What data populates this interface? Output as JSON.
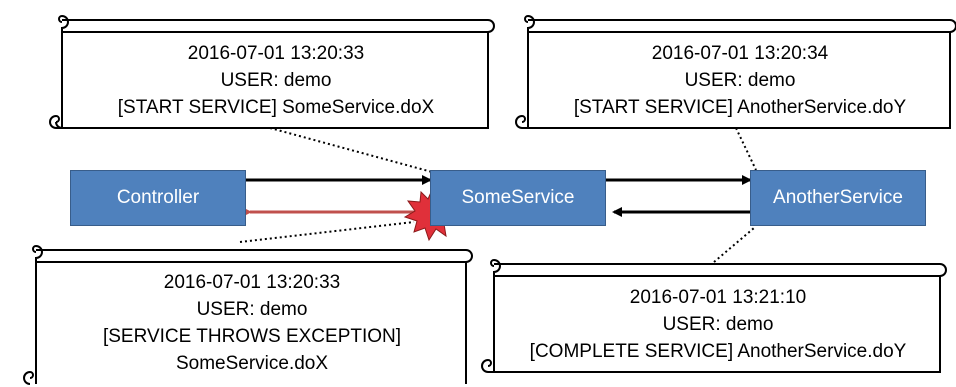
{
  "services": {
    "controller": "Controller",
    "some_service": "SomeService",
    "another_service": "AnotherService"
  },
  "logs": {
    "log1": {
      "time": "2016-07-01 13:20:33",
      "user": "USER: demo",
      "event": "[START SERVICE] SomeService.doX"
    },
    "log2": {
      "time": "2016-07-01 13:20:34",
      "user": "USER: demo",
      "event": "[START SERVICE] AnotherService.doY"
    },
    "log3": {
      "time": "2016-07-01 13:20:33",
      "user": "USER: demo",
      "event": "[SERVICE THROWS EXCEPTION]",
      "method": "SomeService.doX"
    },
    "log4": {
      "time": "2016-07-01 13:21:10",
      "user": "USER: demo",
      "event": "[COMPLETE SERVICE] AnotherService.doY"
    }
  },
  "colors": {
    "box_fill": "#4f81bd",
    "box_border": "#385d8a",
    "error_arrow": "#c0504d",
    "explosion": "#e0303a"
  }
}
